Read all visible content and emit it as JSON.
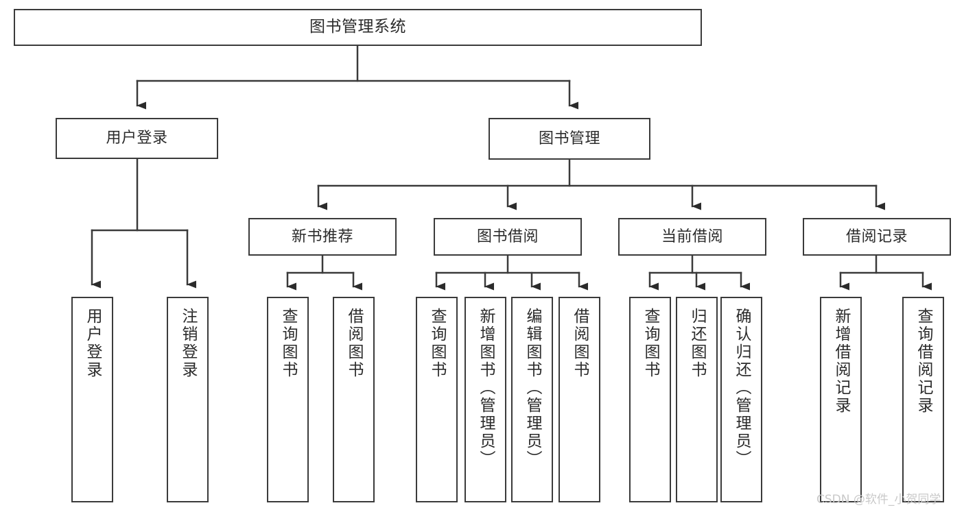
{
  "diagram": {
    "title": "图书管理系统",
    "type": "tree-structure-chart",
    "watermark": "CSDN @软件_小贺同学",
    "line_color": "#3a3a3a",
    "box_fill": "#ffffff",
    "text_color": "#2b2b2b",
    "nodes": {
      "root": {
        "label": "图书管理系统"
      },
      "level1": [
        {
          "id": "user-login",
          "label": "用户登录"
        },
        {
          "id": "book-manage",
          "label": "图书管理"
        }
      ],
      "level2": [
        {
          "id": "new-book-recommend",
          "label": "新书推荐"
        },
        {
          "id": "book-borrow",
          "label": "图书借阅"
        },
        {
          "id": "current-borrow",
          "label": "当前借阅"
        },
        {
          "id": "borrow-record",
          "label": "借阅记录"
        }
      ],
      "leaves": {
        "user_login": [
          {
            "id": "leaf-user-login",
            "label": "用户登录"
          },
          {
            "id": "leaf-logout-login",
            "label": "注销登录"
          }
        ],
        "new_book_recommend": [
          {
            "id": "leaf-query-book-1",
            "label": "查询图书"
          },
          {
            "id": "leaf-borrow-book-1",
            "label": "借阅图书"
          }
        ],
        "book_borrow": [
          {
            "id": "leaf-query-book-2",
            "label": "查询图书"
          },
          {
            "id": "leaf-add-book",
            "label": "新增图书（管理员）"
          },
          {
            "id": "leaf-edit-book",
            "label": "编辑图书（管理员）"
          },
          {
            "id": "leaf-borrow-book-2",
            "label": "借阅图书"
          }
        ],
        "current_borrow": [
          {
            "id": "leaf-query-book-3",
            "label": "查询图书"
          },
          {
            "id": "leaf-return-book",
            "label": "归还图书"
          },
          {
            "id": "leaf-confirm-return",
            "label": "确认归还（管理员）"
          }
        ],
        "borrow_record": [
          {
            "id": "leaf-add-record",
            "label": "新增借阅记录"
          },
          {
            "id": "leaf-query-record",
            "label": "查询借阅记录"
          }
        ]
      }
    }
  }
}
